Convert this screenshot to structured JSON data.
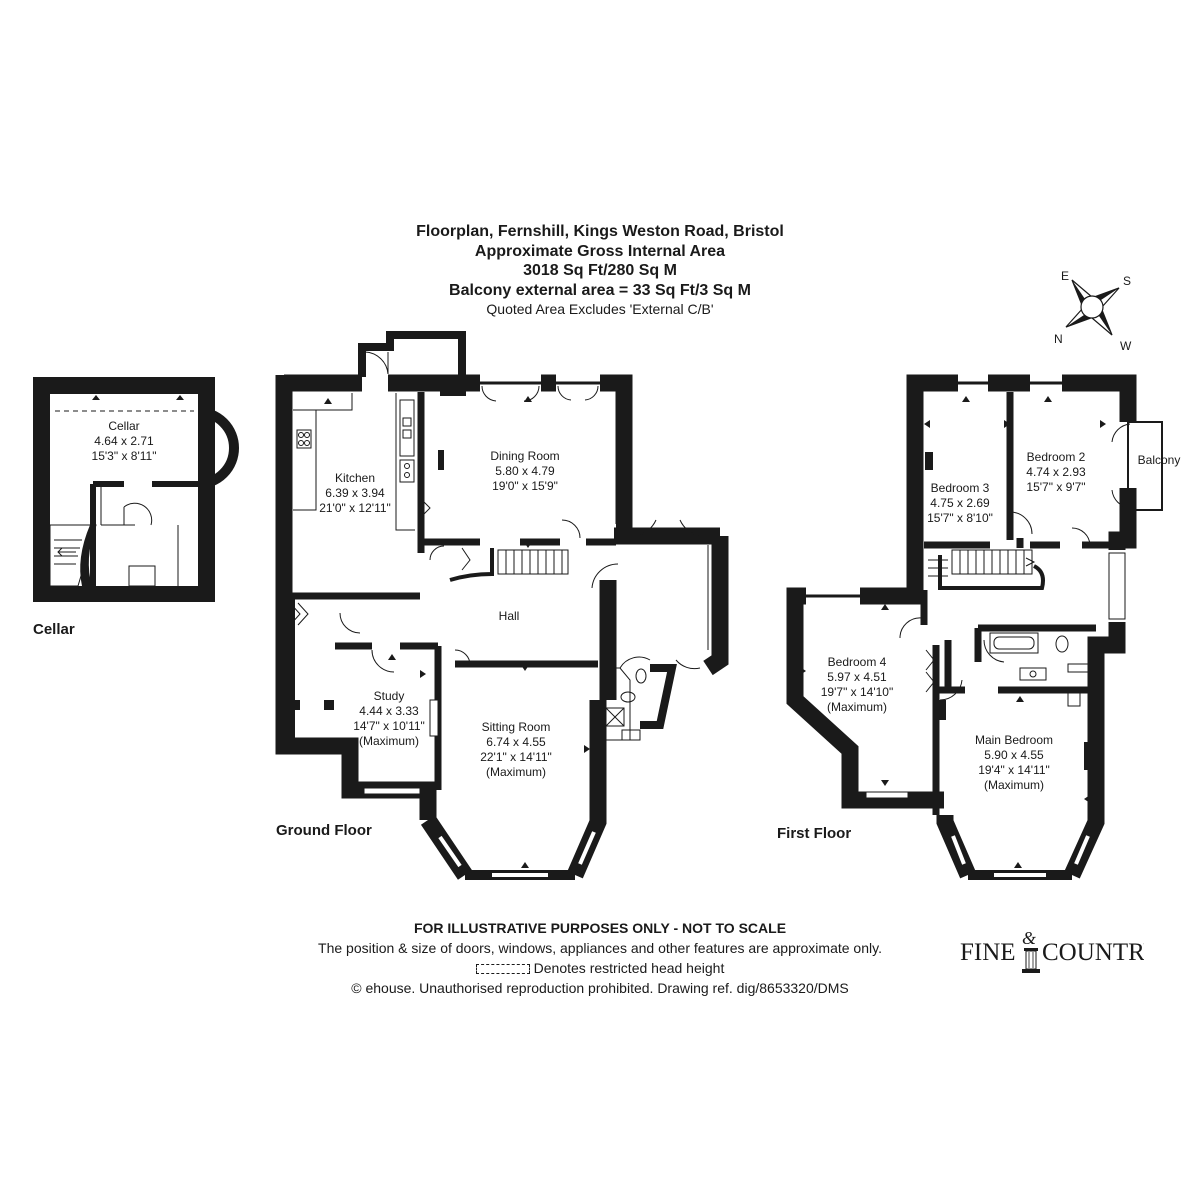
{
  "header": {
    "title": "Floorplan, Fernshill, Kings Weston Road, Bristol",
    "area_label": "Approximate Gross Internal Area",
    "area_value": "3018 Sq Ft/280 Sq M",
    "balcony_area": "Balcony external area = 33 Sq Ft/3 Sq M",
    "note": "Quoted Area Excludes 'External C/B'"
  },
  "compass": {
    "e": "E",
    "s": "S",
    "n": "N",
    "w": "W"
  },
  "floors": {
    "cellar": "Cellar",
    "ground": "Ground Floor",
    "first": "First Floor"
  },
  "rooms": {
    "cellar": {
      "name": "Cellar",
      "metric": "4.64 x 2.71",
      "imperial": "15'3\" x 8'11\""
    },
    "kitchen": {
      "name": "Kitchen",
      "metric": "6.39 x 3.94",
      "imperial": "21'0\" x 12'11\""
    },
    "dining": {
      "name": "Dining Room",
      "metric": "5.80 x 4.79",
      "imperial": "19'0\" x 15'9\""
    },
    "hall": {
      "name": "Hall"
    },
    "study": {
      "name": "Study",
      "metric": "4.44 x 3.33",
      "imperial": "14'7\" x 10'11\"",
      "note": "(Maximum)"
    },
    "sitting": {
      "name": "Sitting Room",
      "metric": "6.74 x 4.55",
      "imperial": "22'1\" x 14'11\"",
      "note": "(Maximum)"
    },
    "bedroom3": {
      "name": "Bedroom 3",
      "metric": "4.75 x 2.69",
      "imperial": "15'7\" x 8'10\""
    },
    "bedroom2": {
      "name": "Bedroom 2",
      "metric": "4.74 x 2.93",
      "imperial": "15'7\" x 9'7\""
    },
    "balcony": {
      "name": "Balcony"
    },
    "bedroom4": {
      "name": "Bedroom 4",
      "metric": "5.97 x 4.51",
      "imperial": "19'7\" x 14'10\"",
      "note": "(Maximum)"
    },
    "main": {
      "name": "Main Bedroom",
      "metric": "5.90 x 4.55",
      "imperial": "19'4\" x 14'11\"",
      "note": "(Maximum)"
    }
  },
  "footer": {
    "disclaimer": "FOR ILLUSTRATIVE PURPOSES ONLY - NOT TO SCALE",
    "position_note": "The position & size of doors, windows, appliances and other features are approximate only.",
    "legend": "Denotes restricted head height",
    "copyright": "© ehouse. Unauthorised reproduction prohibited. Drawing ref. dig/8653320/DMS"
  },
  "brand": {
    "left": "FINE",
    "amp": "&",
    "right": "COUNTRY"
  },
  "colors": {
    "wall": "#1a1a1a",
    "background": "#ffffff"
  }
}
